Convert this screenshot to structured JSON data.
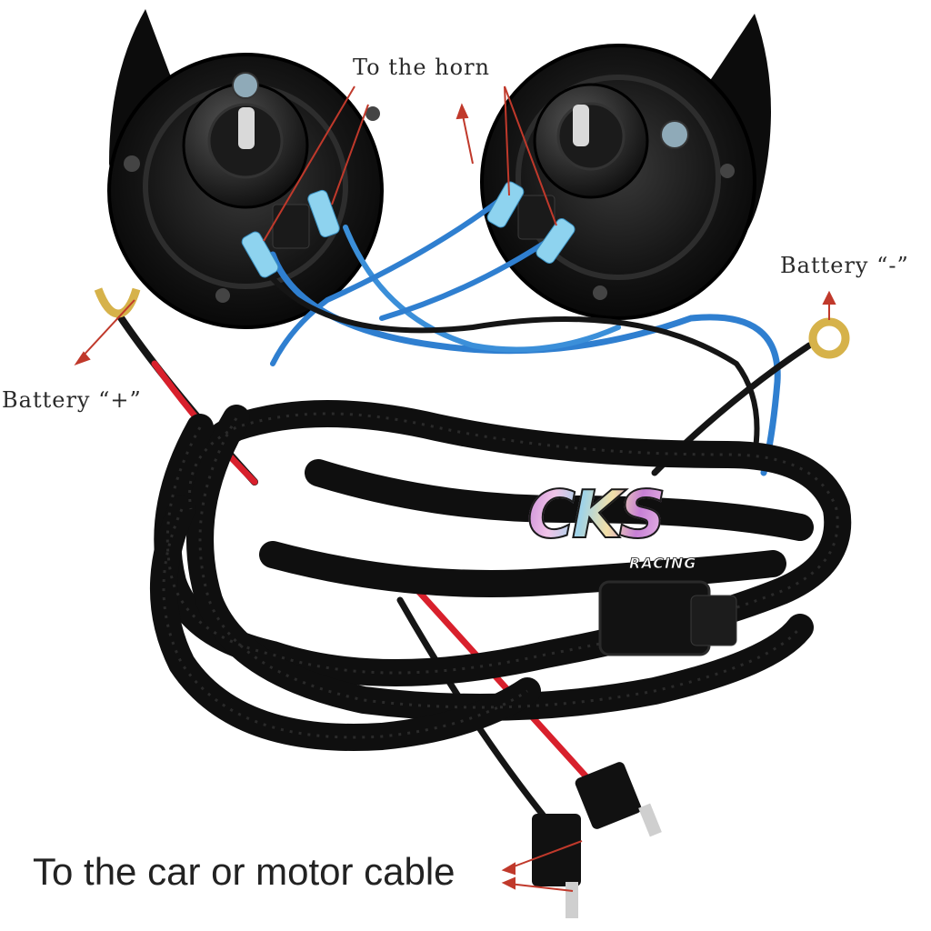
{
  "labels": {
    "to_horn": "To the horn",
    "battery_plus": "Battery  “+”",
    "battery_minus": "Battery  “-”",
    "to_car": "To the car or motor cable"
  },
  "watermark": {
    "main": "CKS",
    "sub": "RACING"
  },
  "colors": {
    "background": "#ffffff",
    "horn_body": "#111111",
    "wire_red": "#d8202c",
    "wire_blue": "#2f7fd0",
    "wire_black": "#151515",
    "arrow": "#c0392b",
    "terminal_gold": "#d6b24a"
  }
}
